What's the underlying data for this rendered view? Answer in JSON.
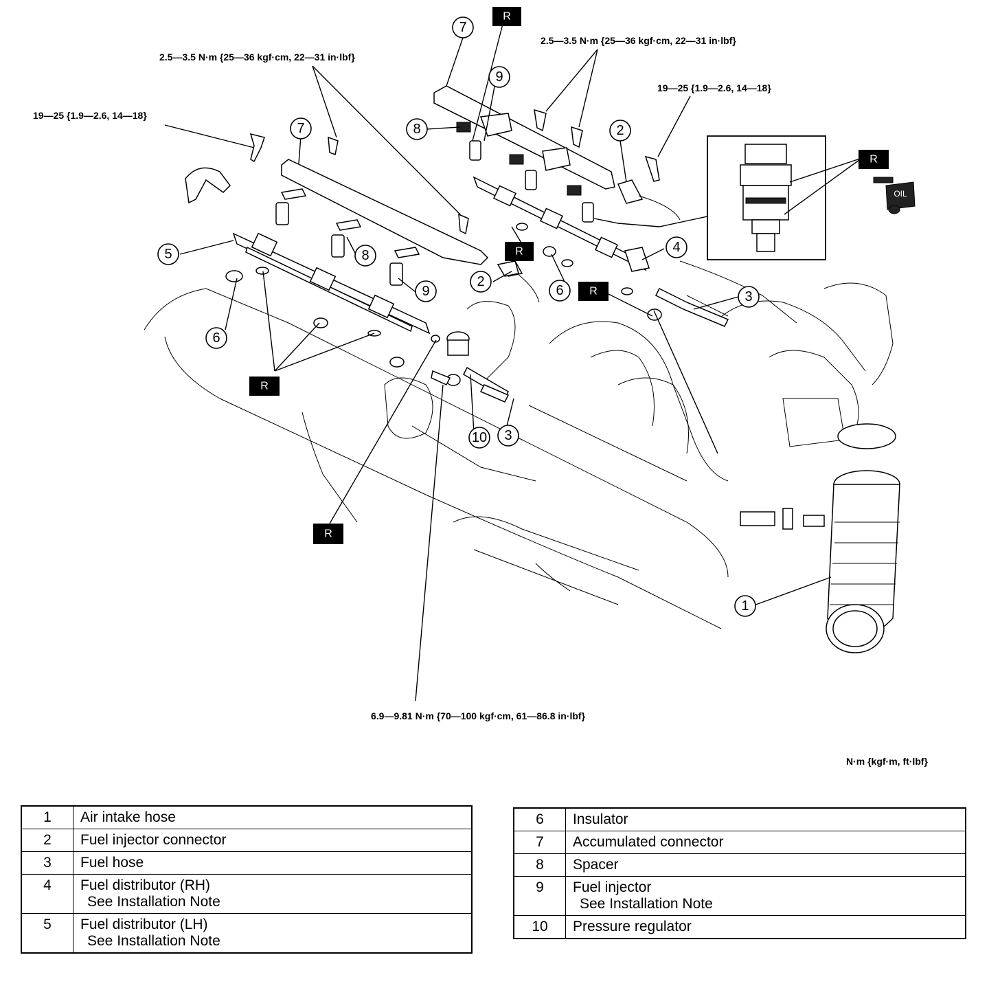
{
  "torque_labels": {
    "top_center": "2.5—3.5 N·m {25—36 kgf·cm, 22—31 in·lbf}",
    "top_right": "2.5—3.5 N·m {25—36 kgf·cm, 22—31 in·lbf}",
    "left": "19—25 {1.9—2.6, 14—18}",
    "right": "19—25 {1.9—2.6, 14—18}",
    "bottom": "6.9—9.81 N·m {70—100 kgf·cm, 61—86.8 in·lbf}",
    "units": "N·m {kgf·m, ft·lbf}"
  },
  "replace_mark": "R",
  "oil_mark": "OIL",
  "callouts": {
    "c1": "1",
    "c2a": "2",
    "c2b": "2",
    "c3a": "3",
    "c3b": "3",
    "c4": "4",
    "c5": "5",
    "c6a": "6",
    "c6b": "6",
    "c7a": "7",
    "c7b": "7",
    "c8a": "8",
    "c8b": "8",
    "c9a": "9",
    "c9b": "9",
    "c10": "10"
  },
  "legend_left": [
    {
      "num": "1",
      "name": "Air intake hose",
      "note": ""
    },
    {
      "num": "2",
      "name": "Fuel injector connector",
      "note": ""
    },
    {
      "num": "3",
      "name": "Fuel hose",
      "note": ""
    },
    {
      "num": "4",
      "name": "Fuel distributor (RH)",
      "note": "See Installation Note"
    },
    {
      "num": "5",
      "name": "Fuel distributor (LH)",
      "note": "See Installation Note"
    }
  ],
  "legend_right": [
    {
      "num": "6",
      "name": "Insulator",
      "note": ""
    },
    {
      "num": "7",
      "name": "Accumulated connector",
      "note": ""
    },
    {
      "num": "8",
      "name": "Spacer",
      "note": ""
    },
    {
      "num": "9",
      "name": "Fuel injector",
      "note": "See Installation Note"
    },
    {
      "num": "10",
      "name": "Pressure regulator",
      "note": ""
    }
  ]
}
